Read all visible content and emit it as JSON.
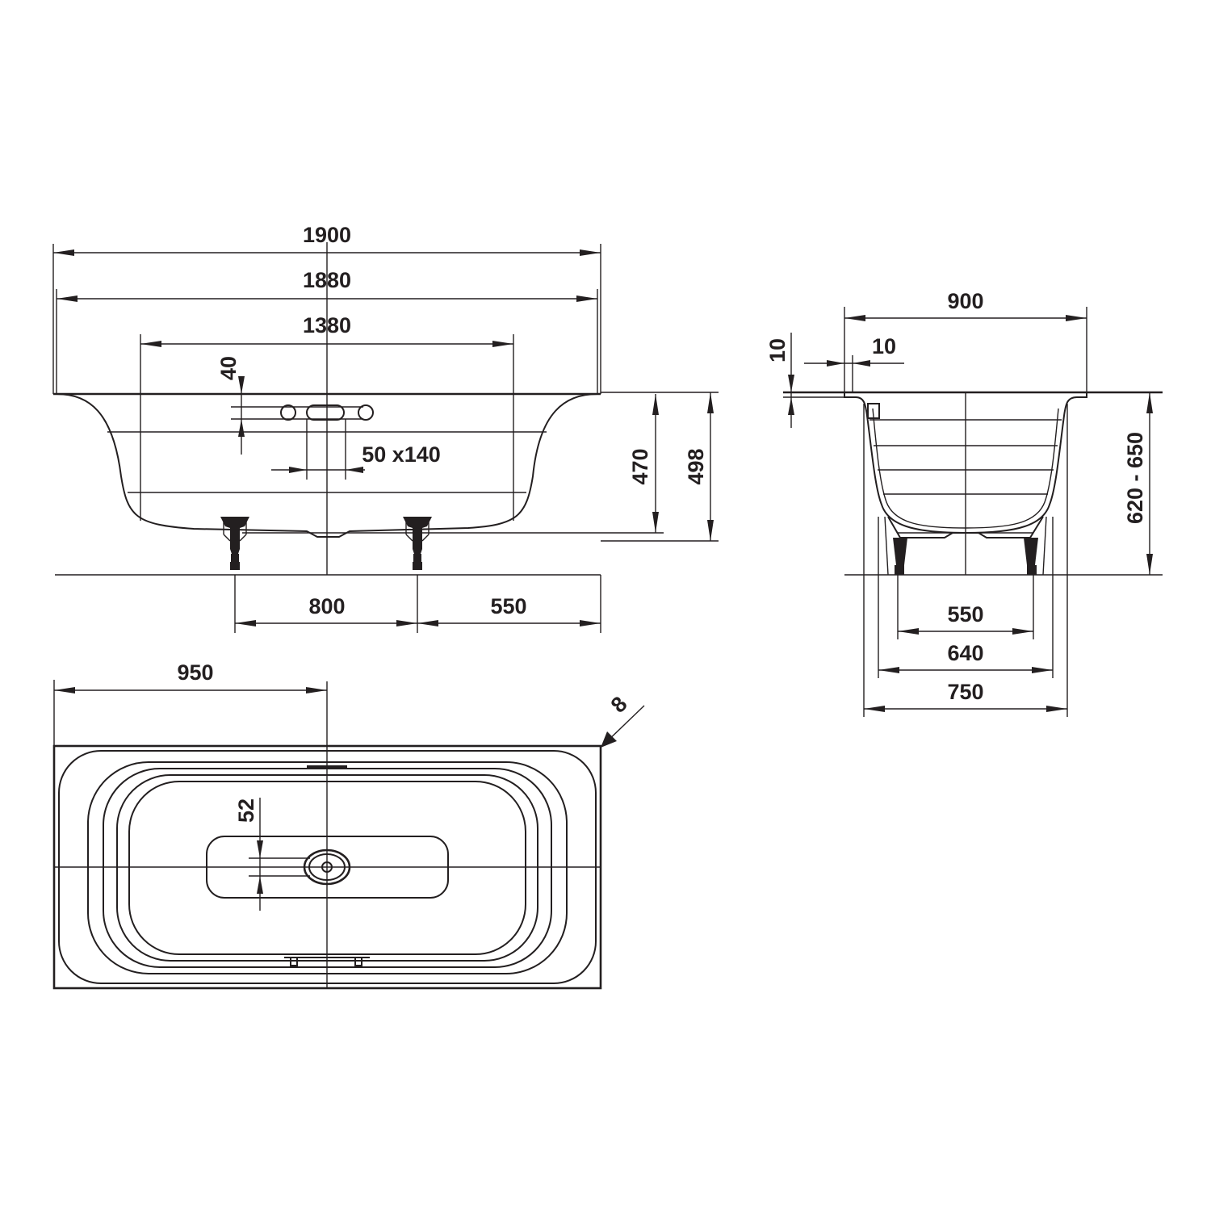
{
  "colors": {
    "ink": "#231f20",
    "background": "#ffffff"
  },
  "side_view": {
    "dims": {
      "overall_length": "1900",
      "rim_length": "1880",
      "inner_length": "1380",
      "overflow_height": "40",
      "overflow_hole": "50 x140",
      "depth": "470",
      "height": "498",
      "feet_spacing": "800",
      "feet_to_end": "550"
    }
  },
  "end_view": {
    "dims": {
      "overall_width": "900",
      "rim_width": "10",
      "rim_height": "10",
      "install_height": "620 - 650",
      "feet_inner": "550",
      "feet_outer": "640",
      "base_width": "750"
    }
  },
  "plan_view": {
    "dims": {
      "to_drain": "950",
      "drain_offset": "52",
      "rim_radius": "8"
    }
  }
}
